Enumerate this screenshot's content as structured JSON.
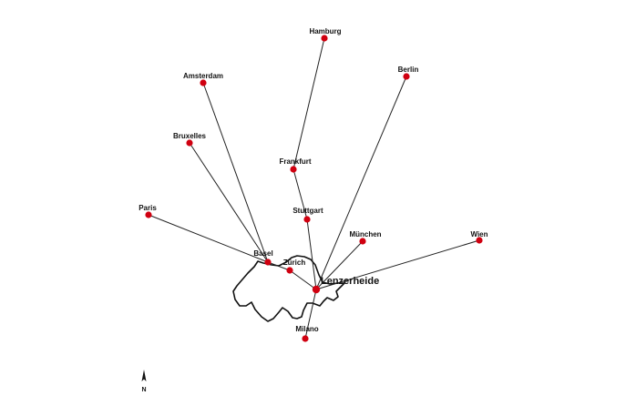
{
  "map": {
    "hub": {
      "id": "lenzerheide",
      "name": "Lenzerheide"
    },
    "cities": [
      {
        "id": "hamburg",
        "name": "Hamburg"
      },
      {
        "id": "berlin",
        "name": "Berlin"
      },
      {
        "id": "amsterdam",
        "name": "Amsterdam"
      },
      {
        "id": "bruxelles",
        "name": "Bruxelles"
      },
      {
        "id": "frankfurt",
        "name": "Frankfurt"
      },
      {
        "id": "stuttgart",
        "name": "Stuttgart"
      },
      {
        "id": "paris",
        "name": "Paris"
      },
      {
        "id": "munchen",
        "name": "München"
      },
      {
        "id": "wien",
        "name": "Wien"
      },
      {
        "id": "basel",
        "name": "Basel"
      },
      {
        "id": "zurich",
        "name": "Zürich"
      },
      {
        "id": "milano",
        "name": "Milano"
      }
    ],
    "routes": [
      [
        "hamburg",
        "frankfurt"
      ],
      [
        "frankfurt",
        "stuttgart"
      ],
      [
        "stuttgart",
        "lenzerheide"
      ],
      [
        "berlin",
        "lenzerheide"
      ],
      [
        "munchen",
        "lenzerheide"
      ],
      [
        "wien",
        "lenzerheide"
      ],
      [
        "milano",
        "lenzerheide"
      ],
      [
        "amsterdam",
        "basel"
      ],
      [
        "bruxelles",
        "basel"
      ],
      [
        "paris",
        "basel"
      ],
      [
        "basel",
        "zurich"
      ],
      [
        "zurich",
        "lenzerheide"
      ]
    ],
    "dot_color": "#d00010",
    "line_color": "#222222",
    "compass": {
      "letter": "N",
      "icon": "north-arrow-icon"
    }
  }
}
